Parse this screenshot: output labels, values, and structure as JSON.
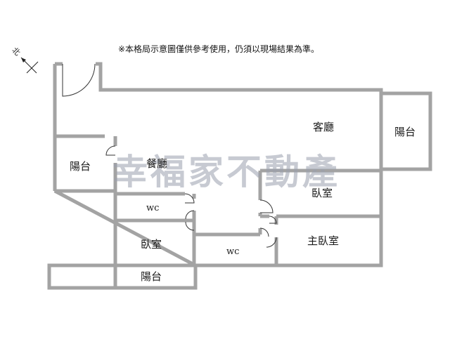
{
  "notice": "※本格局示意圖僅供參考使用，仍須以現場結果為準。",
  "compass": {
    "label": "北"
  },
  "watermark": "幸福家不動產",
  "rooms": {
    "living_room": "客廳",
    "dining_room": "餐廳",
    "balcony_left": "陽台",
    "balcony_right": "陽台",
    "balcony_bottom": "陽台",
    "bedroom_right": "臥室",
    "bedroom_left": "臥室",
    "master_bedroom": "主臥室",
    "wc_left": "wc",
    "wc_right": "wc"
  },
  "colors": {
    "wall": "#a3a3a3",
    "wall_edge": "#555555",
    "watermark": "#9aa0ae"
  }
}
